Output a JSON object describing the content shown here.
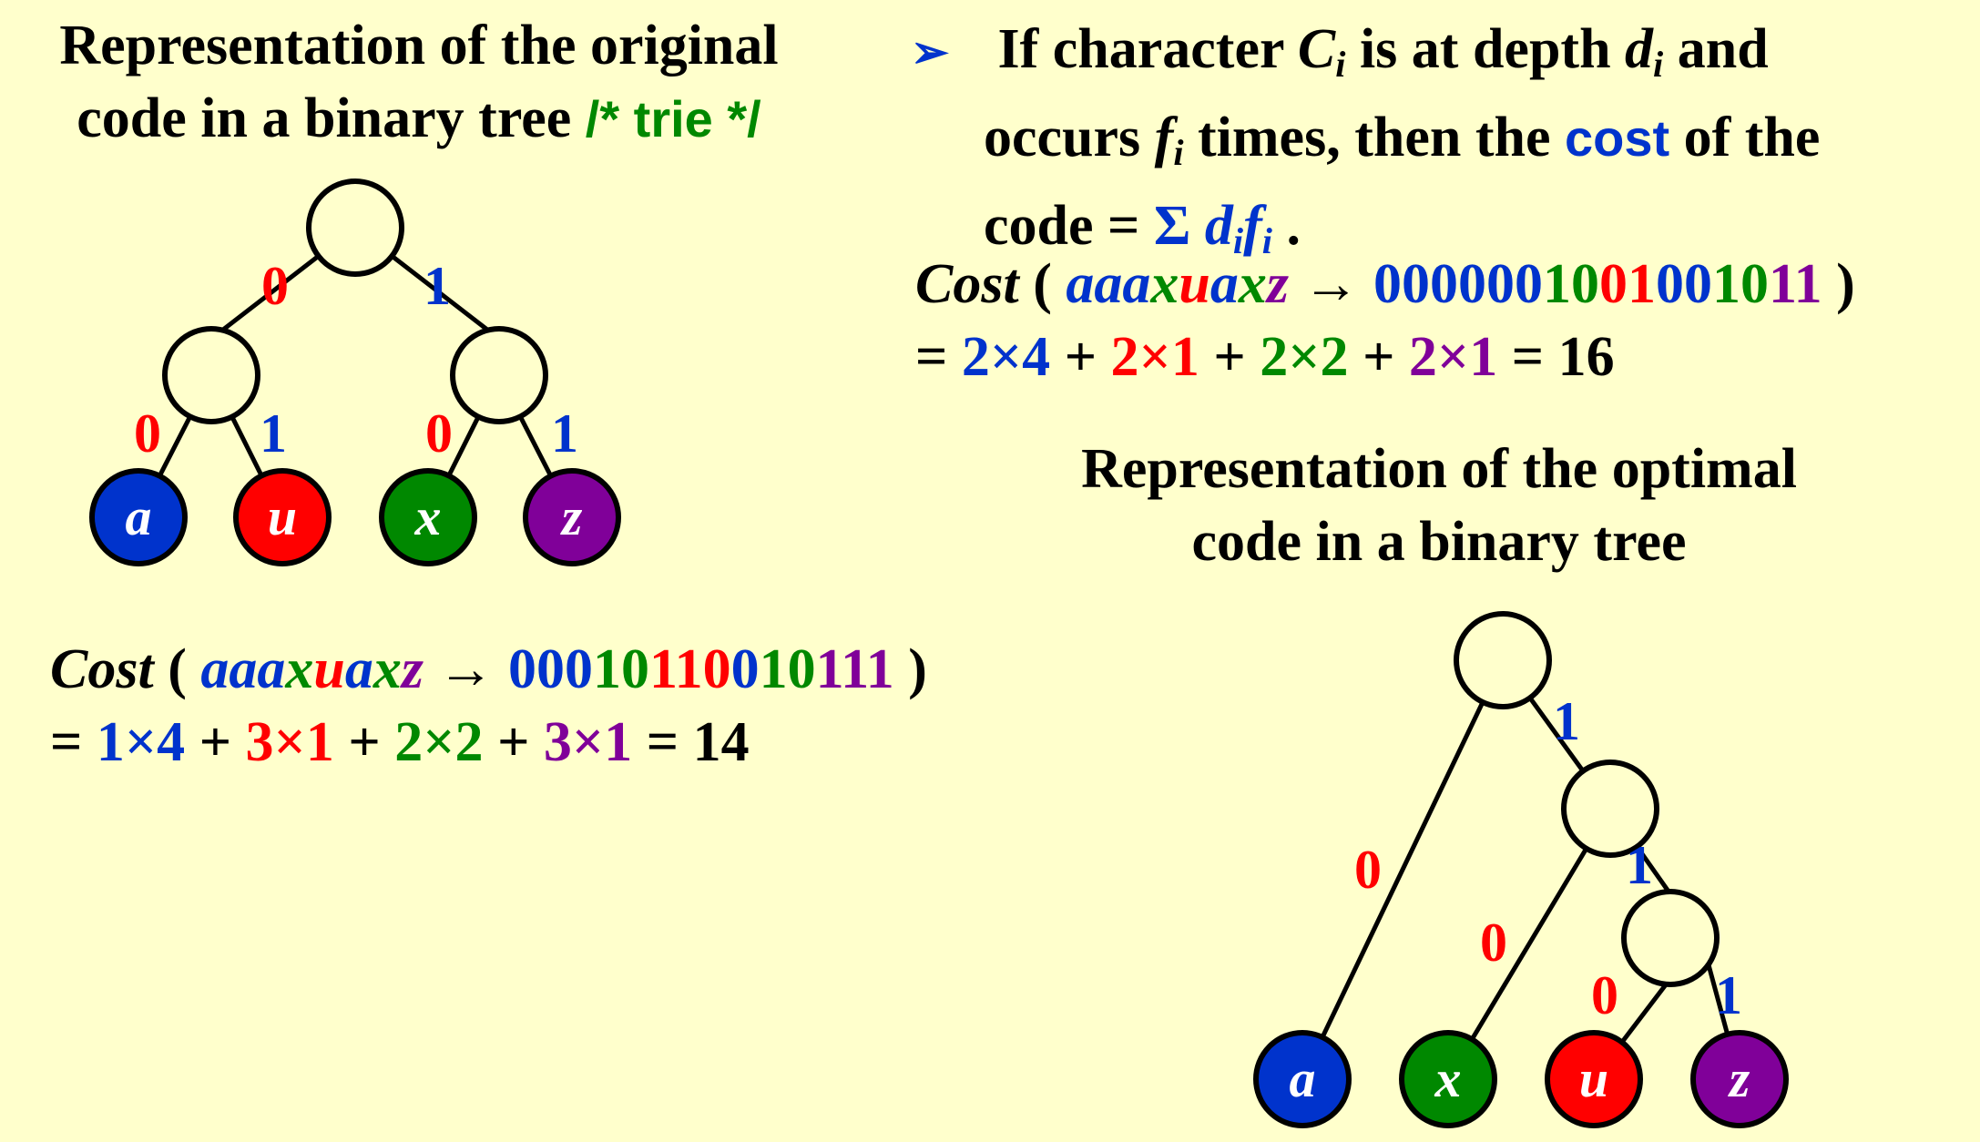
{
  "left_title": {
    "line1": "Representation of the original",
    "line2": "code in a binary tree",
    "comment": "/* trie */"
  },
  "bullet": {
    "marker": "➢",
    "p1": "If character",
    "c": "C",
    "c_sub": "i",
    "p2": "is at depth",
    "d": "d",
    "d_sub": "i",
    "p3": "and",
    "p4": "occurs",
    "f": "f",
    "f_sub": "i",
    "p5": "times, then the",
    "cost_word": "cost",
    "p6": "of the",
    "p7": "code =",
    "sigma": "Σ",
    "sd": "d",
    "sd_sub": "i",
    "sf": "f",
    "sf_sub": "i",
    "period": "."
  },
  "cost_original": {
    "label": "Cost",
    "open": "(",
    "word": [
      {
        "t": "aaa",
        "c": "#0033CC"
      },
      {
        "t": "x",
        "c": "#008800"
      },
      {
        "t": "u",
        "c": "#FF0000"
      },
      {
        "t": "a",
        "c": "#0033CC"
      },
      {
        "t": "x",
        "c": "#008800"
      },
      {
        "t": "z",
        "c": "#800099"
      }
    ],
    "arrow": "→",
    "code": [
      {
        "t": "000000",
        "c": "#0033CC"
      },
      {
        "t": "10",
        "c": "#008800"
      },
      {
        "t": "01",
        "c": "#FF0000"
      },
      {
        "t": "00",
        "c": "#0033CC"
      },
      {
        "t": "10",
        "c": "#008800"
      },
      {
        "t": "11",
        "c": "#800099"
      }
    ],
    "close": ")",
    "eq": "=",
    "terms": [
      {
        "t": "2×4",
        "c": "#0033CC"
      },
      {
        "t": "+",
        "c": "#000000"
      },
      {
        "t": "2×1",
        "c": "#FF0000"
      },
      {
        "t": "+",
        "c": "#000000"
      },
      {
        "t": "2×2",
        "c": "#008800"
      },
      {
        "t": "+",
        "c": "#000000"
      },
      {
        "t": "2×1",
        "c": "#800099"
      }
    ],
    "result": "= 16"
  },
  "cost_optimal": {
    "label": "Cost",
    "open": "(",
    "word": [
      {
        "t": "aaa",
        "c": "#0033CC"
      },
      {
        "t": "x",
        "c": "#008800"
      },
      {
        "t": "u",
        "c": "#FF0000"
      },
      {
        "t": "a",
        "c": "#0033CC"
      },
      {
        "t": "x",
        "c": "#008800"
      },
      {
        "t": "z",
        "c": "#800099"
      }
    ],
    "arrow": "→",
    "code": [
      {
        "t": "000",
        "c": "#0033CC"
      },
      {
        "t": "10",
        "c": "#008800"
      },
      {
        "t": "110",
        "c": "#FF0000"
      },
      {
        "t": "0",
        "c": "#0033CC"
      },
      {
        "t": "10",
        "c": "#008800"
      },
      {
        "t": "111",
        "c": "#800099"
      }
    ],
    "close": ")",
    "eq": "=",
    "terms": [
      {
        "t": "1×4",
        "c": "#0033CC"
      },
      {
        "t": "+",
        "c": "#000000"
      },
      {
        "t": "3×1",
        "c": "#FF0000"
      },
      {
        "t": "+",
        "c": "#000000"
      },
      {
        "t": "2×2",
        "c": "#008800"
      },
      {
        "t": "+",
        "c": "#000000"
      },
      {
        "t": "3×1",
        "c": "#800099"
      }
    ],
    "result": "= 14"
  },
  "right_title": {
    "line1": "Representation of the optimal",
    "line2": "code in a binary tree"
  },
  "tree_original": {
    "leaves": [
      {
        "label": "a",
        "color": "#0033CC"
      },
      {
        "label": "u",
        "color": "#FF0000"
      },
      {
        "label": "x",
        "color": "#008800"
      },
      {
        "label": "z",
        "color": "#800099"
      }
    ],
    "edge_labels": [
      "0",
      "1",
      "0",
      "1",
      "0",
      "1"
    ]
  },
  "tree_optimal": {
    "leaves": [
      {
        "label": "a",
        "color": "#0033CC"
      },
      {
        "label": "x",
        "color": "#008800"
      },
      {
        "label": "u",
        "color": "#FF0000"
      },
      {
        "label": "z",
        "color": "#800099"
      }
    ],
    "edge_labels": [
      "1",
      "0",
      "1",
      "0",
      "0",
      "1"
    ]
  },
  "colors": {
    "background": "#FFFFCC",
    "zero_label": "#FF0000",
    "one_label": "#0033CC",
    "comment": "#008800"
  }
}
